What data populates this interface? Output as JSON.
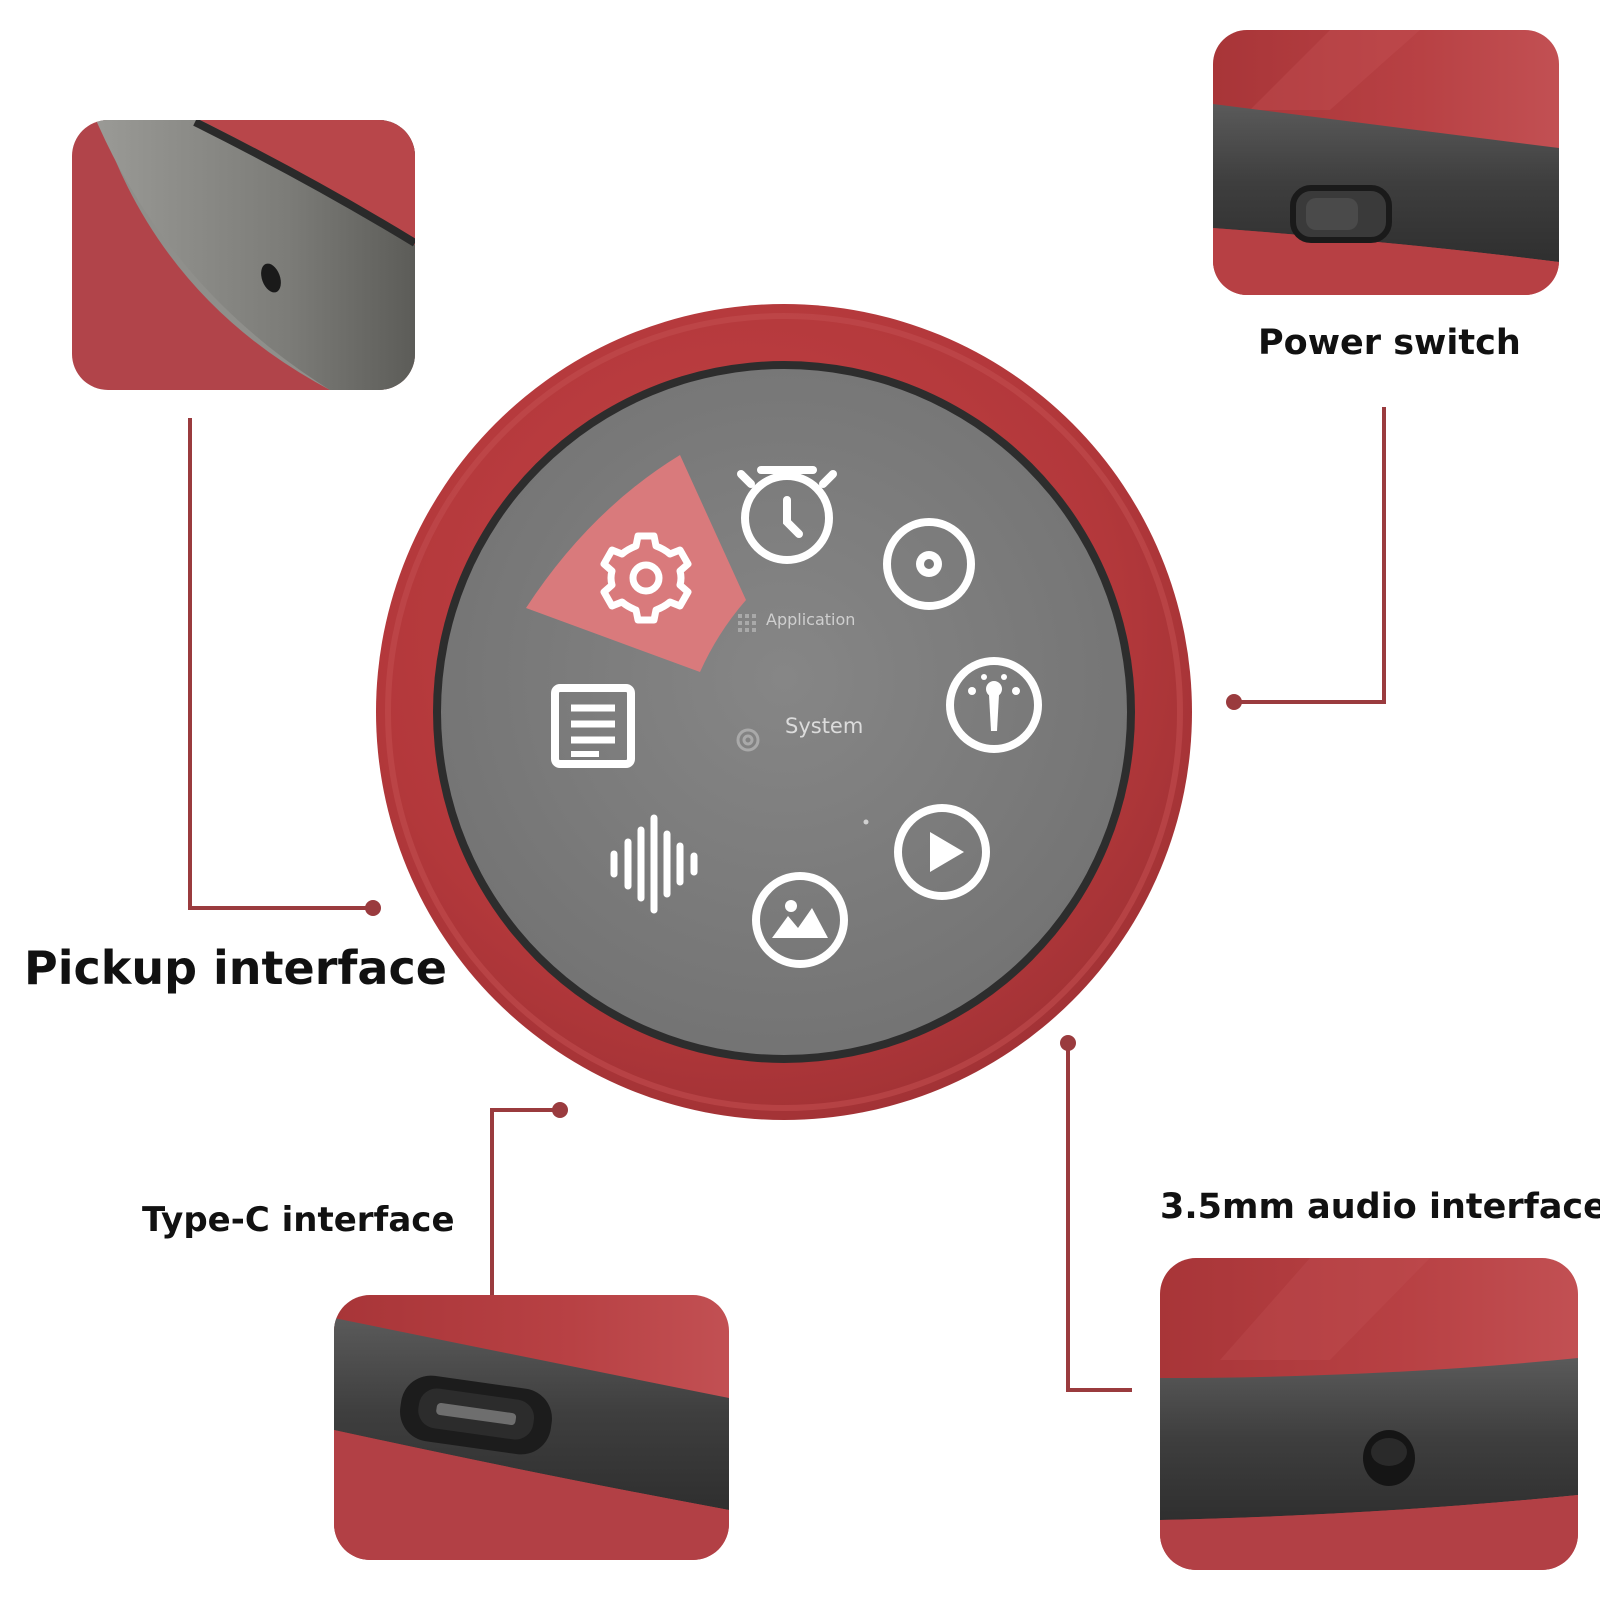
{
  "callouts": {
    "pickup": "Pickup interface",
    "power": "Power switch",
    "typec": "Type-C interface",
    "audio": "3.5mm audio interface"
  },
  "screen": {
    "application_label": "Application",
    "system_label": "System",
    "menu_icons": [
      "gear-icon",
      "stopwatch-icon",
      "disc-icon",
      "gauge-icon",
      "play-icon",
      "image-icon",
      "waveform-icon",
      "document-icon"
    ]
  },
  "colors": {
    "device_red": "#b7393c",
    "device_red_dark": "#8e2b2e",
    "screen_gray": "#7a7a7a",
    "leader_line": "#9a3b3e",
    "highlight_sector": "#d97a7c"
  }
}
